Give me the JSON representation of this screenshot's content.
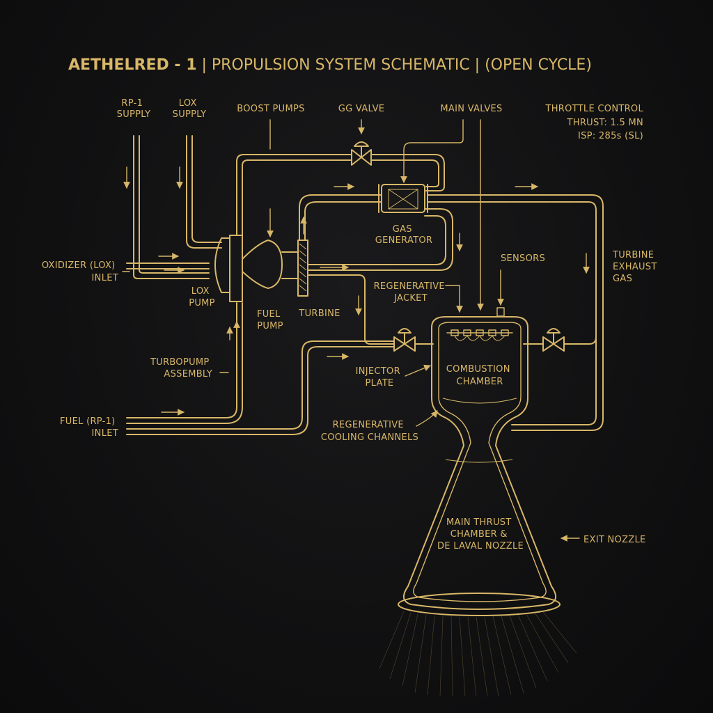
{
  "title": {
    "strong": "AETHELRED - 1",
    "rest": " | PROPULSION SYSTEM SCHEMATIC | (OPEN CYCLE)"
  },
  "labels": {
    "rp1_supply": [
      "RP-1",
      "SUPPLY"
    ],
    "lox_supply": [
      "LOX",
      "SUPPLY"
    ],
    "boost_pumps": "BOOST PUMPS",
    "gg_valve": "GG VALVE",
    "main_valves": "MAIN VALVES",
    "throttle_control": "THROTTLE CONTROL",
    "thrust": "THRUST: 1.5 MN",
    "isp": "ISP: 285s (SL)",
    "gas_generator": [
      "GAS",
      "GENERATOR"
    ],
    "oxidizer_inlet": [
      "OXIDIZER (LOX)",
      "INLET"
    ],
    "lox_pump": [
      "LOX",
      "PUMP"
    ],
    "fuel_pump": [
      "FUEL",
      "PUMP"
    ],
    "turbine": "TURBINE",
    "sensors": "SENSORS",
    "turbine_exhaust": [
      "TURBINE",
      "EXHAUST",
      "GAS"
    ],
    "regen_jacket": [
      "REGENERATIVE",
      "JACKET"
    ],
    "injector_plate": [
      "INJECTOR",
      "PLATE"
    ],
    "combustion_chamber": [
      "COMBUSTION",
      "CHAMBER"
    ],
    "turbopump_assembly": [
      "TURBOPUMP",
      "ASSEMBLY"
    ],
    "fuel_inlet": [
      "FUEL (RP-1)",
      "INLET"
    ],
    "regen_cooling": [
      "REGENERATIVE",
      "COOLING CHANNELS"
    ],
    "main_thrust": [
      "MAIN THRUST",
      "CHAMBER &",
      "DE LAVAL NOZZLE"
    ],
    "exit_nozzle": "EXIT NOZZLE"
  },
  "colors": {
    "line": "#d8b768",
    "background": "#111112"
  }
}
